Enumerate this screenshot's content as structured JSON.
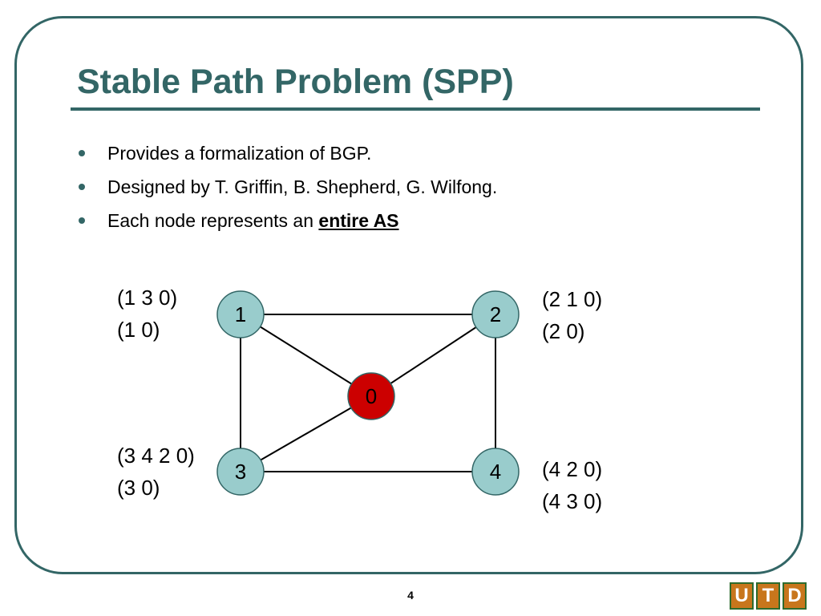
{
  "slide": {
    "title": "Stable Path Problem (SPP)",
    "bullets": [
      {
        "text": "Provides a formalization of BGP."
      },
      {
        "text": "Designed by T. Griffin, B. Shepherd, G. Wilfong."
      },
      {
        "text": "Each node represents an ",
        "emphasis": "entire AS"
      }
    ],
    "page_number": "4",
    "logo_letters": [
      "U",
      "T",
      "D"
    ]
  },
  "diagram": {
    "nodes": [
      {
        "id": "1",
        "label": "1",
        "color": "#99cccc"
      },
      {
        "id": "2",
        "label": "2",
        "color": "#99cccc"
      },
      {
        "id": "0",
        "label": "0",
        "color": "#cc0000"
      },
      {
        "id": "3",
        "label": "3",
        "color": "#99cccc"
      },
      {
        "id": "4",
        "label": "4",
        "color": "#99cccc"
      }
    ],
    "edges": [
      [
        "1",
        "2"
      ],
      [
        "1",
        "0"
      ],
      [
        "2",
        "0"
      ],
      [
        "1",
        "3"
      ],
      [
        "3",
        "0"
      ],
      [
        "3",
        "4"
      ],
      [
        "2",
        "4"
      ]
    ],
    "path_lists": {
      "1": [
        "(1 3 0)",
        "(1 0)"
      ],
      "2": [
        "(2 1 0)",
        "(2 0)"
      ],
      "3": [
        "(3 4 2 0)",
        "(3 0)"
      ],
      "4": [
        "(4 2 0)",
        "(4 3 0)"
      ]
    }
  },
  "colors": {
    "accent": "#336666",
    "node_fill": "#99cccc",
    "origin_fill": "#cc0000",
    "logo_fill": "#c8761c"
  }
}
